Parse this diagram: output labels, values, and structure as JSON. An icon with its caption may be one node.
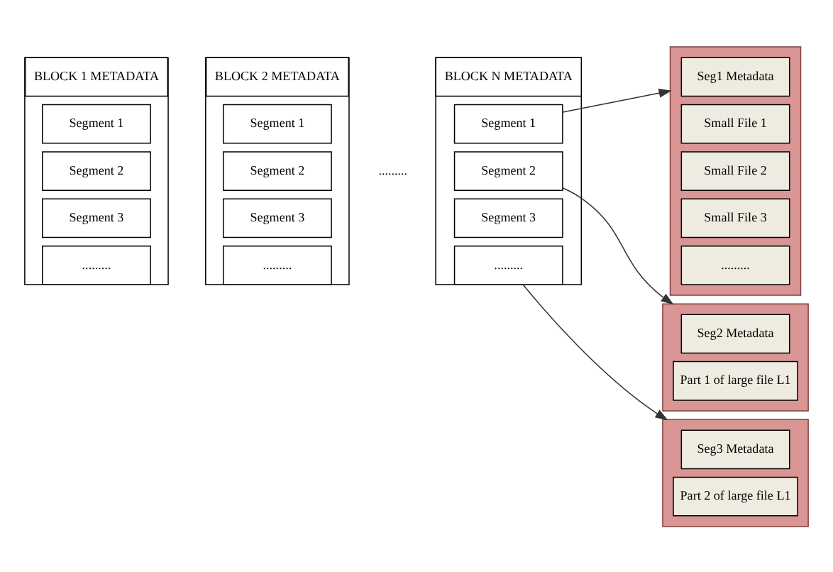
{
  "diagram": {
    "nodes": [
      {
        "text": [],
        "shape": "box"
      },
      {
        "text": [
          "BLOCK 1 METADATA"
        ],
        "in": 0
      },
      {
        "text": [
          "Segment 1"
        ],
        "in": 0
      },
      {
        "text": [
          "Segment 2"
        ],
        "in": 0
      },
      {
        "text": [
          "Segment 3"
        ],
        "in": 0
      },
      {
        "text": [
          "........."
        ],
        "in": 0
      },
      {
        "text": [],
        "shape": "box"
      },
      {
        "text": [
          "BLOCK 2 METADATA"
        ],
        "in": 6
      },
      {
        "text": [
          "Segment 1"
        ],
        "in": 6
      },
      {
        "text": [
          "Segment 2"
        ],
        "in": 6
      },
      {
        "text": [
          "Segment 3"
        ],
        "in": 6
      },
      {
        "text": [
          "........."
        ],
        "in": 6
      },
      {
        "text": [],
        "shape": "box"
      },
      {
        "text": [
          "BLOCK N METADATA"
        ],
        "in": 12
      },
      {
        "text": [
          "Segment 1"
        ],
        "in": 12
      },
      {
        "text": [
          "Segment 2"
        ],
        "in": 12
      },
      {
        "text": [
          "Segment 3"
        ],
        "in": 12
      },
      {
        "text": [
          "........."
        ],
        "in": 12
      },
      {
        "text": [],
        "shape": "box"
      },
      {
        "text": [
          "Seg1 Metadata"
        ],
        "in": 18
      },
      {
        "text": [
          "Small File 1"
        ],
        "in": 18
      },
      {
        "text": [
          "Small File 2"
        ],
        "in": 18
      },
      {
        "text": [
          "Small File 3"
        ],
        "in": 18
      },
      {
        "text": [
          "........."
        ],
        "in": 18
      },
      {
        "text": [],
        "shape": "box"
      },
      {
        "text": [
          "Seg2 Metadata"
        ],
        "in": 24
      },
      {
        "text": [
          "Part 1 of large file L1"
        ],
        "in": 24
      },
      {
        "text": [],
        "shape": "box"
      },
      {
        "text": [
          "Seg3 Metadata"
        ],
        "in": 27
      },
      {
        "text": [
          "Part 2 of large file L1"
        ],
        "in": 27
      }
    ],
    "edges": [
      {
        "from": 14,
        "to": 18,
        "arrow": "to"
      },
      {
        "from": 15,
        "to": 24,
        "arrow": "to"
      },
      {
        "from": 17,
        "to": 27,
        "arrow": "to"
      }
    ],
    "labels": [
      "........."
    ]
  }
}
